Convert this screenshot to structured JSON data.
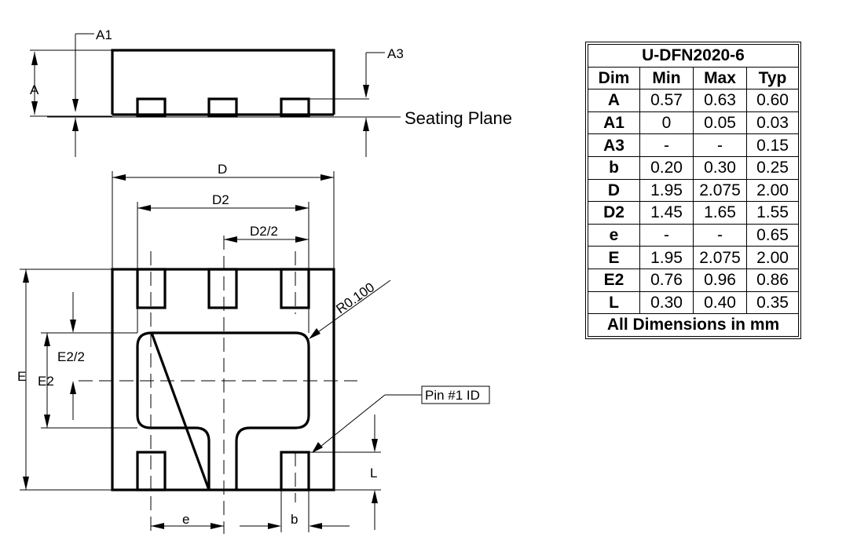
{
  "side_view": {
    "labels": {
      "a1": "A1",
      "a3": "A3",
      "a": "A",
      "seating_plane": "Seating Plane"
    }
  },
  "top_view": {
    "labels": {
      "d": "D",
      "d2": "D2",
      "d2_half": "D2/2",
      "e_cap": "E",
      "e2": "E2",
      "e2_half": "E2/2",
      "radius": "R0.100",
      "pin1_id": "Pin #1 ID",
      "pitch_e": "e",
      "lead_width_b": "b",
      "lead_length_l": "L"
    }
  },
  "table": {
    "title": "U-DFN2020-6",
    "headers": [
      "Dim",
      "Min",
      "Max",
      "Typ"
    ],
    "rows": [
      [
        "A",
        "0.57",
        "0.63",
        "0.60"
      ],
      [
        "A1",
        "0",
        "0.05",
        "0.03"
      ],
      [
        "A3",
        "-",
        "-",
        "0.15"
      ],
      [
        "b",
        "0.20",
        "0.30",
        "0.25"
      ],
      [
        "D",
        "1.95",
        "2.075",
        "2.00"
      ],
      [
        "D2",
        "1.45",
        "1.65",
        "1.55"
      ],
      [
        "e",
        "-",
        "-",
        "0.65"
      ],
      [
        "E",
        "1.95",
        "2.075",
        "2.00"
      ],
      [
        "E2",
        "0.76",
        "0.96",
        "0.86"
      ],
      [
        "L",
        "0.30",
        "0.40",
        "0.35"
      ]
    ],
    "footer": "All Dimensions in mm"
  }
}
